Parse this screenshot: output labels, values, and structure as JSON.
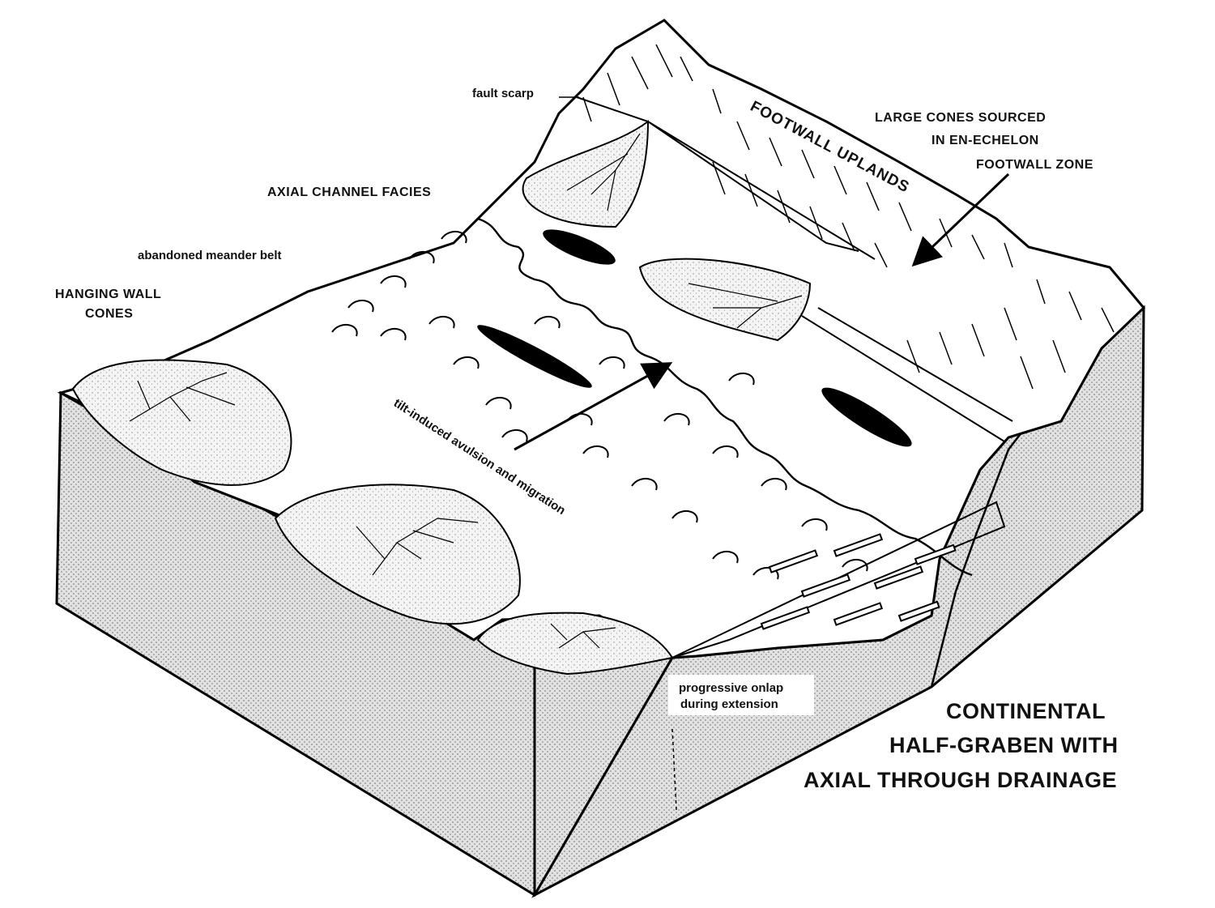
{
  "diagram": {
    "labels": {
      "fault_scarp": "fault scarp",
      "axial_channel_facies": "AXIAL CHANNEL FACIES",
      "abandoned_meander_belt": "abandoned meander belt",
      "hanging_wall_cones_1": "HANGING  WALL",
      "hanging_wall_cones_2": "CONES",
      "footwall_uplands": "FOOTWALL UPLANDS",
      "large_cones_1": "LARGE CONES SOURCED",
      "large_cones_2": "IN EN-ECHELON",
      "large_cones_3": "FOOTWALL ZONE",
      "tilt_avulsion": "tilt-induced avulsion and migration",
      "onlap_1": "progressive onlap",
      "onlap_2": "during extension"
    },
    "title": {
      "line1": "CONTINENTAL",
      "line2": "HALF-GRABEN WITH",
      "line3": "AXIAL THROUGH DRAINAGE"
    }
  }
}
